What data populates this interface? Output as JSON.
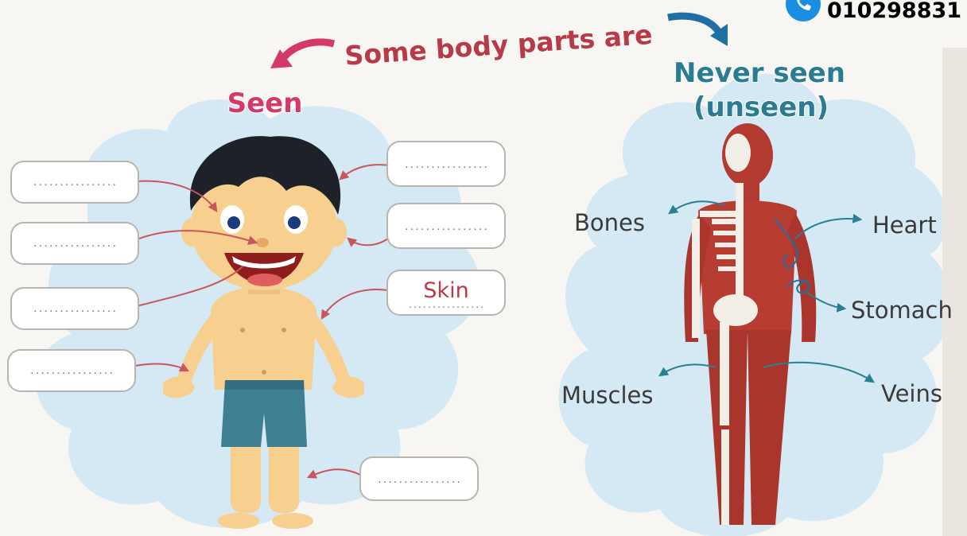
{
  "header": {
    "title": "Some body parts are",
    "seen_title": "Seen",
    "never_seen_line1": "Never seen",
    "never_seen_line2": "(unseen)",
    "phone_number": "010298831"
  },
  "seen_boxes": [
    {
      "id": "left-1",
      "text": "................"
    },
    {
      "id": "left-2",
      "text": "................"
    },
    {
      "id": "left-3",
      "text": "................"
    },
    {
      "id": "left-4",
      "text": "................"
    },
    {
      "id": "right-1",
      "text": "................"
    },
    {
      "id": "right-2",
      "text": "................"
    },
    {
      "id": "right-skin",
      "label": "Skin",
      "text": "................"
    },
    {
      "id": "bottom",
      "text": "................"
    }
  ],
  "unseen_labels": {
    "bones": "Bones",
    "heart": "Heart",
    "stomach": "Stomach",
    "muscles": "Muscles",
    "veins": "Veins"
  },
  "colors": {
    "title_red": "#b73a48",
    "seen_pink": "#d33a6a",
    "never_seen_teal": "#2b7c91",
    "cloud_blue": "#d5e9f4",
    "arrow_red": "#c9565a",
    "arrow_teal": "#2a7f90",
    "badge_blue": "#1a8ee0"
  }
}
